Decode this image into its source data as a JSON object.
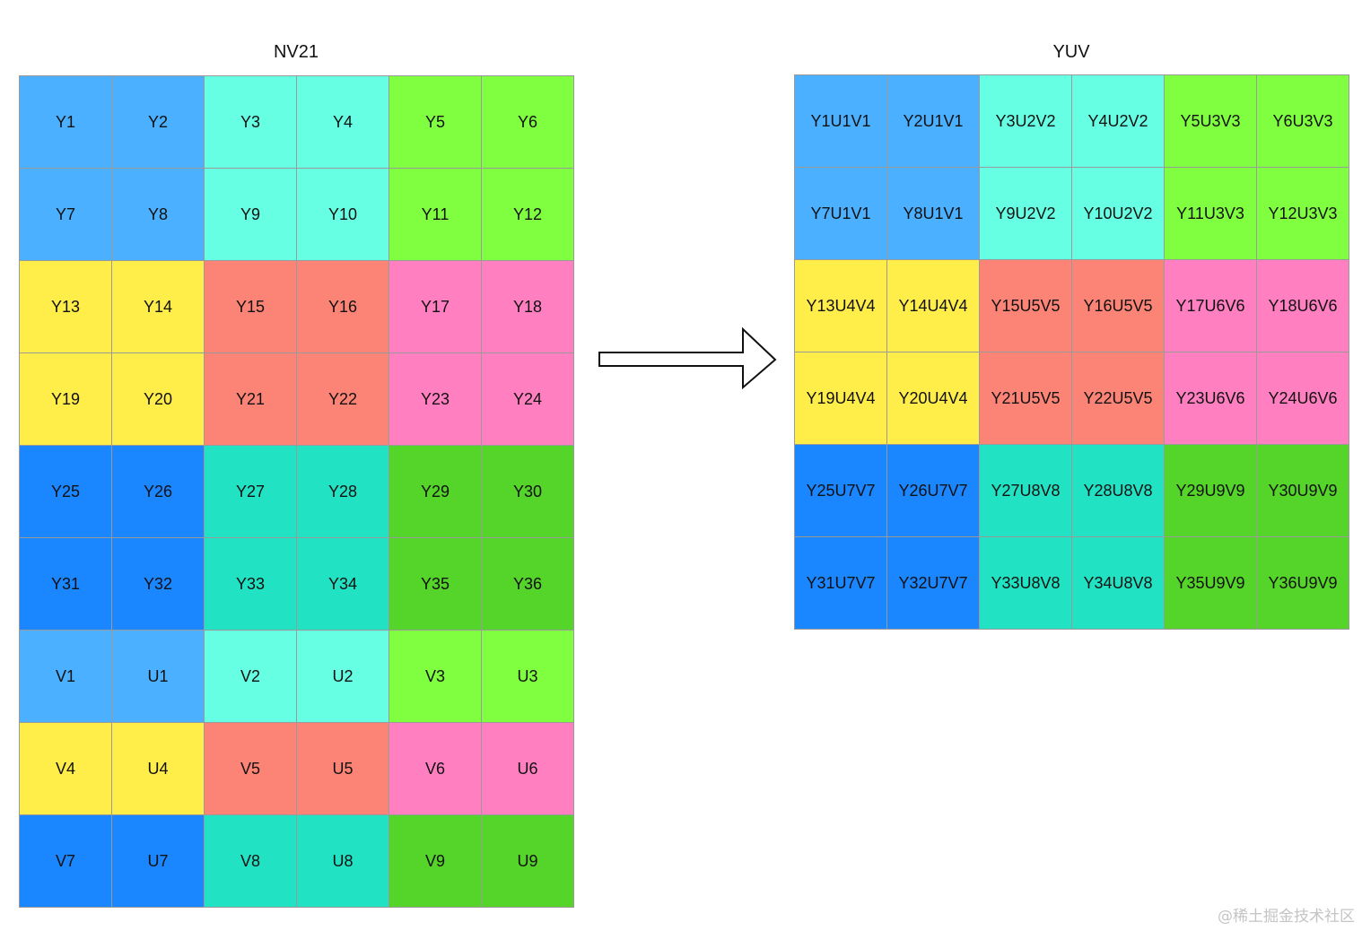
{
  "colors": {
    "A": "#4ab0ff",
    "B": "#66ffe3",
    "C": "#7fff40",
    "D": "#ffed4a",
    "E": "#fc8476",
    "F": "#ff7fc1",
    "G": "#1a86ff",
    "H": "#21e3c3",
    "I": "#55d42a",
    "grid_line": "#9a9a9a"
  },
  "nv21": {
    "title": "NV21",
    "rows": [
      [
        {
          "t": "Y1",
          "c": "A"
        },
        {
          "t": "Y2",
          "c": "A"
        },
        {
          "t": "Y3",
          "c": "B"
        },
        {
          "t": "Y4",
          "c": "B"
        },
        {
          "t": "Y5",
          "c": "C"
        },
        {
          "t": "Y6",
          "c": "C"
        }
      ],
      [
        {
          "t": "Y7",
          "c": "A"
        },
        {
          "t": "Y8",
          "c": "A"
        },
        {
          "t": "Y9",
          "c": "B"
        },
        {
          "t": "Y10",
          "c": "B"
        },
        {
          "t": "Y11",
          "c": "C"
        },
        {
          "t": "Y12",
          "c": "C"
        }
      ],
      [
        {
          "t": "Y13",
          "c": "D"
        },
        {
          "t": "Y14",
          "c": "D"
        },
        {
          "t": "Y15",
          "c": "E"
        },
        {
          "t": "Y16",
          "c": "E"
        },
        {
          "t": "Y17",
          "c": "F"
        },
        {
          "t": "Y18",
          "c": "F"
        }
      ],
      [
        {
          "t": "Y19",
          "c": "D"
        },
        {
          "t": "Y20",
          "c": "D"
        },
        {
          "t": "Y21",
          "c": "E"
        },
        {
          "t": "Y22",
          "c": "E"
        },
        {
          "t": "Y23",
          "c": "F"
        },
        {
          "t": "Y24",
          "c": "F"
        }
      ],
      [
        {
          "t": "Y25",
          "c": "G"
        },
        {
          "t": "Y26",
          "c": "G"
        },
        {
          "t": "Y27",
          "c": "H"
        },
        {
          "t": "Y28",
          "c": "H"
        },
        {
          "t": "Y29",
          "c": "I"
        },
        {
          "t": "Y30",
          "c": "I"
        }
      ],
      [
        {
          "t": "Y31",
          "c": "G"
        },
        {
          "t": "Y32",
          "c": "G"
        },
        {
          "t": "Y33",
          "c": "H"
        },
        {
          "t": "Y34",
          "c": "H"
        },
        {
          "t": "Y35",
          "c": "I"
        },
        {
          "t": "Y36",
          "c": "I"
        }
      ],
      [
        {
          "t": "V1",
          "c": "A"
        },
        {
          "t": "U1",
          "c": "A"
        },
        {
          "t": "V2",
          "c": "B"
        },
        {
          "t": "U2",
          "c": "B"
        },
        {
          "t": "V3",
          "c": "C"
        },
        {
          "t": "U3",
          "c": "C"
        }
      ],
      [
        {
          "t": "V4",
          "c": "D"
        },
        {
          "t": "U4",
          "c": "D"
        },
        {
          "t": "V5",
          "c": "E"
        },
        {
          "t": "U5",
          "c": "E"
        },
        {
          "t": "V6",
          "c": "F"
        },
        {
          "t": "U6",
          "c": "F"
        }
      ],
      [
        {
          "t": "V7",
          "c": "G"
        },
        {
          "t": "U7",
          "c": "G"
        },
        {
          "t": "V8",
          "c": "H"
        },
        {
          "t": "U8",
          "c": "H"
        },
        {
          "t": "V9",
          "c": "I"
        },
        {
          "t": "U9",
          "c": "I"
        }
      ]
    ]
  },
  "yuv": {
    "title": "YUV",
    "rows": [
      [
        {
          "t": "Y1U1V1",
          "c": "A"
        },
        {
          "t": "Y2U1V1",
          "c": "A"
        },
        {
          "t": "Y3U2V2",
          "c": "B"
        },
        {
          "t": "Y4U2V2",
          "c": "B"
        },
        {
          "t": "Y5U3V3",
          "c": "C"
        },
        {
          "t": "Y6U3V3",
          "c": "C"
        }
      ],
      [
        {
          "t": "Y7U1V1",
          "c": "A"
        },
        {
          "t": "Y8U1V1",
          "c": "A"
        },
        {
          "t": "Y9U2V2",
          "c": "B"
        },
        {
          "t": "Y10U2V2",
          "c": "B"
        },
        {
          "t": "Y11U3V3",
          "c": "C"
        },
        {
          "t": "Y12U3V3",
          "c": "C"
        }
      ],
      [
        {
          "t": "Y13U4V4",
          "c": "D"
        },
        {
          "t": "Y14U4V4",
          "c": "D"
        },
        {
          "t": "Y15U5V5",
          "c": "E"
        },
        {
          "t": "Y16U5V5",
          "c": "E"
        },
        {
          "t": "Y17U6V6",
          "c": "F"
        },
        {
          "t": "Y18U6V6",
          "c": "F"
        }
      ],
      [
        {
          "t": "Y19U4V4",
          "c": "D"
        },
        {
          "t": "Y20U4V4",
          "c": "D"
        },
        {
          "t": "Y21U5V5",
          "c": "E"
        },
        {
          "t": "Y22U5V5",
          "c": "E"
        },
        {
          "t": "Y23U6V6",
          "c": "F"
        },
        {
          "t": "Y24U6V6",
          "c": "F"
        }
      ],
      [
        {
          "t": "Y25U7V7",
          "c": "G"
        },
        {
          "t": "Y26U7V7",
          "c": "G"
        },
        {
          "t": "Y27U8V8",
          "c": "H"
        },
        {
          "t": "Y28U8V8",
          "c": "H"
        },
        {
          "t": "Y29U9V9",
          "c": "I"
        },
        {
          "t": "Y30U9V9",
          "c": "I"
        }
      ],
      [
        {
          "t": "Y31U7V7",
          "c": "G"
        },
        {
          "t": "Y32U7V7",
          "c": "G"
        },
        {
          "t": "Y33U8V8",
          "c": "H"
        },
        {
          "t": "Y34U8V8",
          "c": "H"
        },
        {
          "t": "Y35U9V9",
          "c": "I"
        },
        {
          "t": "Y36U9V9",
          "c": "I"
        }
      ]
    ]
  },
  "arrow_icon": "right-arrow-icon",
  "watermark": "@稀土掘金技术社区"
}
